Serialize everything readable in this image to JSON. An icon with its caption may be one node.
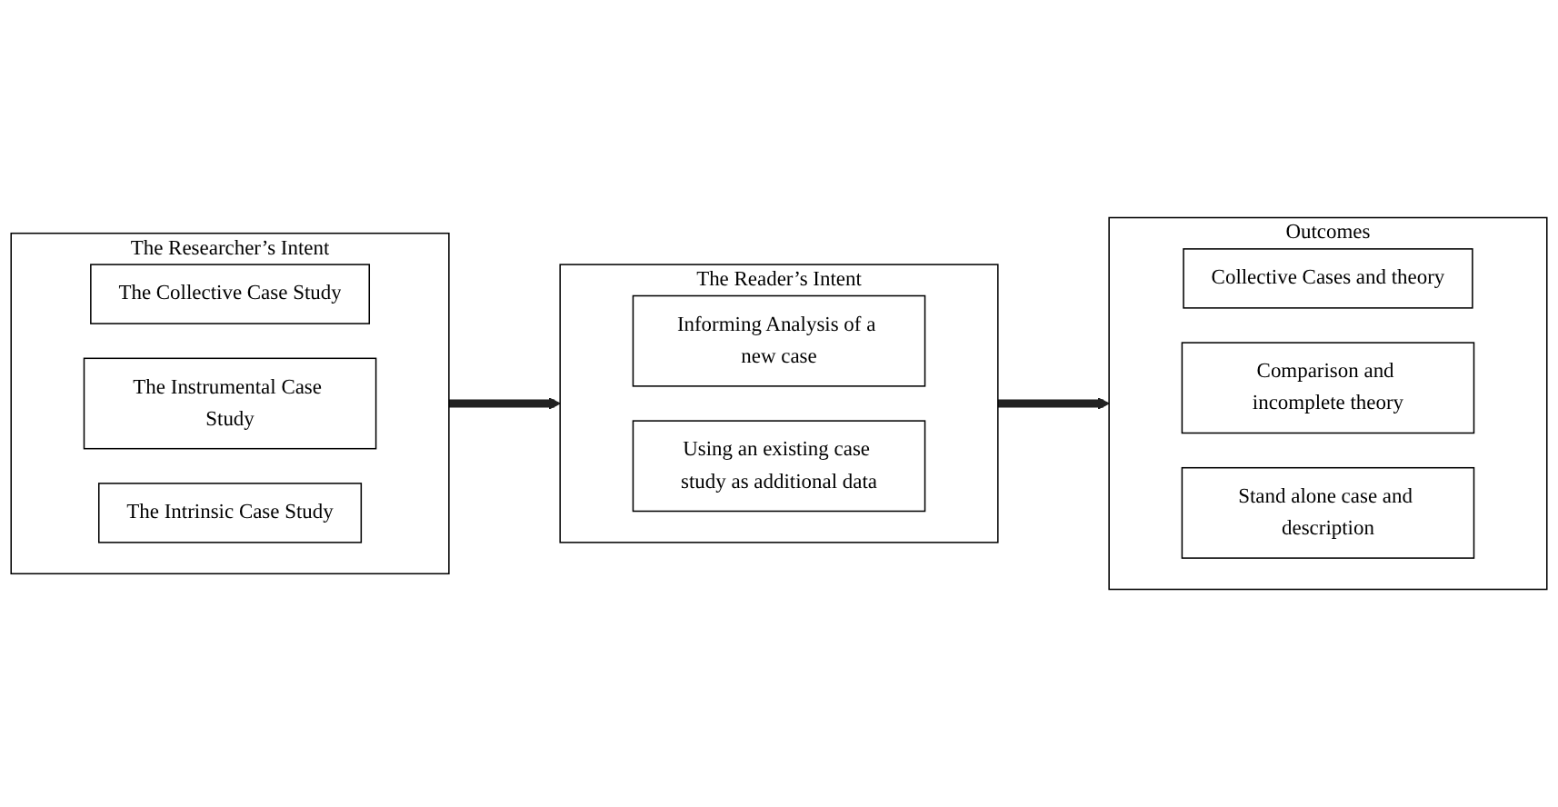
{
  "diagram": {
    "nodes": [
      {
        "text": [
          "The Researcher’s Intent"
        ]
      },
      {
        "text": [
          "The Collective Case Study"
        ],
        "in": 0
      },
      {
        "text": [
          "The Instrumental Case Study"
        ],
        "in": 0
      },
      {
        "text": [
          "The Intrinsic Case Study"
        ],
        "in": 0
      },
      {
        "text": [
          "The Reader’s Intent"
        ]
      },
      {
        "text": [
          "Informing Analysis of a new case"
        ],
        "in": 4
      },
      {
        "text": [
          "Using an existing case study as additional data"
        ],
        "in": 4
      },
      {
        "text": [
          "Outcomes"
        ]
      },
      {
        "text": [
          "Collective Cases and theory"
        ],
        "in": 7
      },
      {
        "text": [
          "Comparison and incomplete theory"
        ],
        "in": 7
      },
      {
        "text": [
          "Stand alone case and description"
        ],
        "in": 7
      }
    ],
    "edges": [
      {
        "from": 0,
        "to": 4,
        "arrow": "to"
      },
      {
        "from": 4,
        "to": 7,
        "arrow": "to"
      }
    ]
  }
}
